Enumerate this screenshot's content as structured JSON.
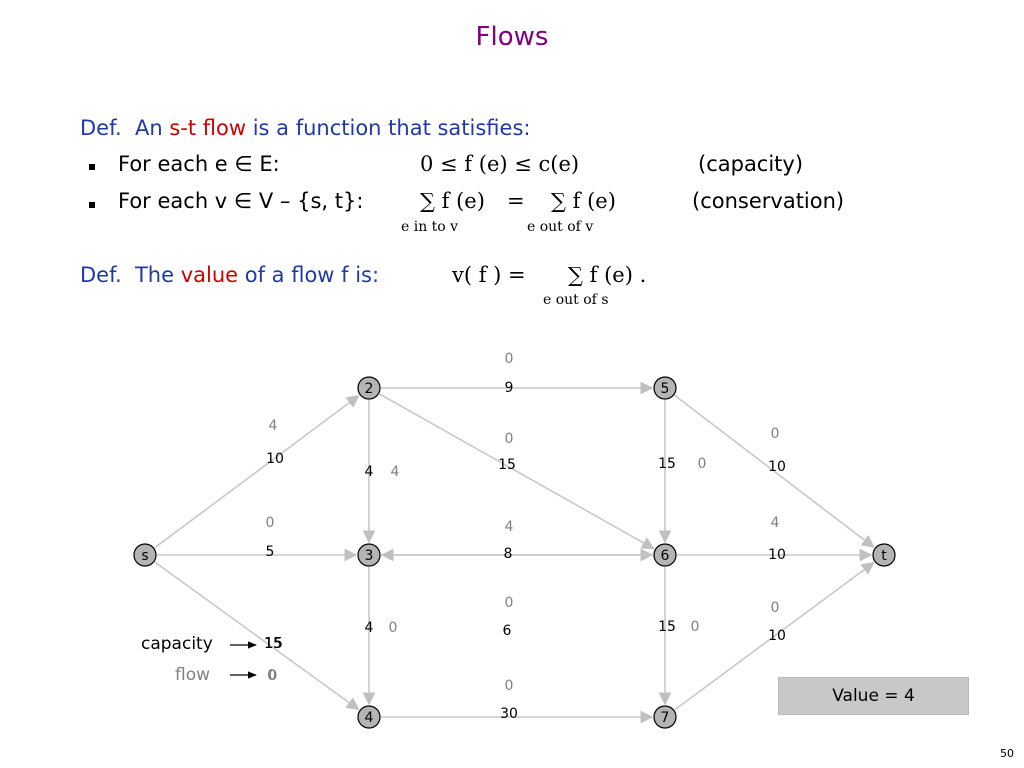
{
  "title": "Flows",
  "def1": {
    "prefix": "Def.  An ",
    "term": "s-t flow",
    "suffix": " is a function that satisfies:"
  },
  "bullet1": {
    "label": "For each e ∈ E:",
    "formula": "0  ≤  f (e)  ≤  c(e)",
    "note": "(capacity)"
  },
  "bullet2": {
    "label": "For each v ∈ V – {s, t}:",
    "formula_left": "∑ f (e)",
    "formula_eq": "=",
    "formula_right": "∑ f (e)",
    "sub_left": "e in to v",
    "sub_right": "e out of v",
    "note": "(conservation)"
  },
  "def2": {
    "prefix": "Def.  The ",
    "term": "value",
    "suffix": " of a flow f is:",
    "formula": "v( f )  =",
    "sum": "∑ f (e)  .",
    "sub": "e out of s"
  },
  "graph": {
    "nodes": [
      {
        "id": "s",
        "label": "s"
      },
      {
        "id": "2",
        "label": "2"
      },
      {
        "id": "3",
        "label": "3"
      },
      {
        "id": "4",
        "label": "4"
      },
      {
        "id": "5",
        "label": "5"
      },
      {
        "id": "6",
        "label": "6"
      },
      {
        "id": "7",
        "label": "7"
      },
      {
        "id": "t",
        "label": "t"
      }
    ],
    "edges": [
      {
        "from": "s",
        "to": "2",
        "capacity": "10",
        "flow": "4"
      },
      {
        "from": "s",
        "to": "3",
        "capacity": "5",
        "flow": "0"
      },
      {
        "from": "s",
        "to": "4",
        "capacity": "15",
        "flow": "0"
      },
      {
        "from": "2",
        "to": "3",
        "capacity": "4",
        "flow": "4"
      },
      {
        "from": "2",
        "to": "5",
        "capacity": "9",
        "flow": "0"
      },
      {
        "from": "2",
        "to": "6",
        "capacity": "15",
        "flow": "0"
      },
      {
        "from": "3",
        "to": "6",
        "capacity": "8",
        "flow": "4"
      },
      {
        "from": "3",
        "to": "4",
        "capacity": "4",
        "flow": "0"
      },
      {
        "from": "6",
        "to": "3",
        "capacity": "6",
        "flow": "0"
      },
      {
        "from": "4",
        "to": "7",
        "capacity": "30",
        "flow": "0"
      },
      {
        "from": "5",
        "to": "6",
        "capacity": "15",
        "flow": "0"
      },
      {
        "from": "5",
        "to": "t",
        "capacity": "10",
        "flow": "0"
      },
      {
        "from": "6",
        "to": "t",
        "capacity": "10",
        "flow": "4"
      },
      {
        "from": "6",
        "to": "7",
        "capacity": "15",
        "flow": "0"
      },
      {
        "from": "7",
        "to": "t",
        "capacity": "10",
        "flow": "0"
      }
    ]
  },
  "legend": {
    "capacity_label": "capacity",
    "capacity_value": "15",
    "flow_label": "flow",
    "flow_value": "0"
  },
  "value_box": "Value = 4",
  "page_number": "50",
  "colors": {
    "title": "#800080",
    "text": "#1f3aa8",
    "highlight": "#d00000",
    "edge": "#c8c8c8",
    "node": "#b4b4b4",
    "flow_text": "#808080"
  }
}
